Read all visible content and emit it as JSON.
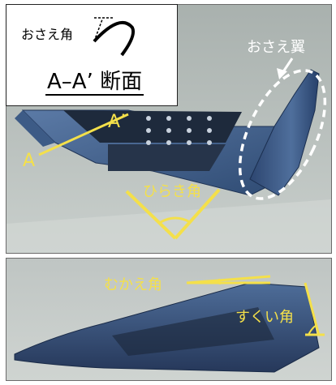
{
  "callout": {
    "angle_label": "おさえ角",
    "section_title": "A–A’ 断面"
  },
  "top_photo": {
    "label_a": "A",
    "label_a_prime": "A’",
    "wing_label": "おさえ翼",
    "opening_angle_label": "ひらき角"
  },
  "bottom_photo": {
    "lead_angle_label": "むかえ角",
    "scoop_angle_label": "すくい角"
  },
  "colors": {
    "annotation_yellow": "#f4e04a",
    "blade_blue": "#3c5d8a",
    "background_gray": "#b9c1c0"
  }
}
